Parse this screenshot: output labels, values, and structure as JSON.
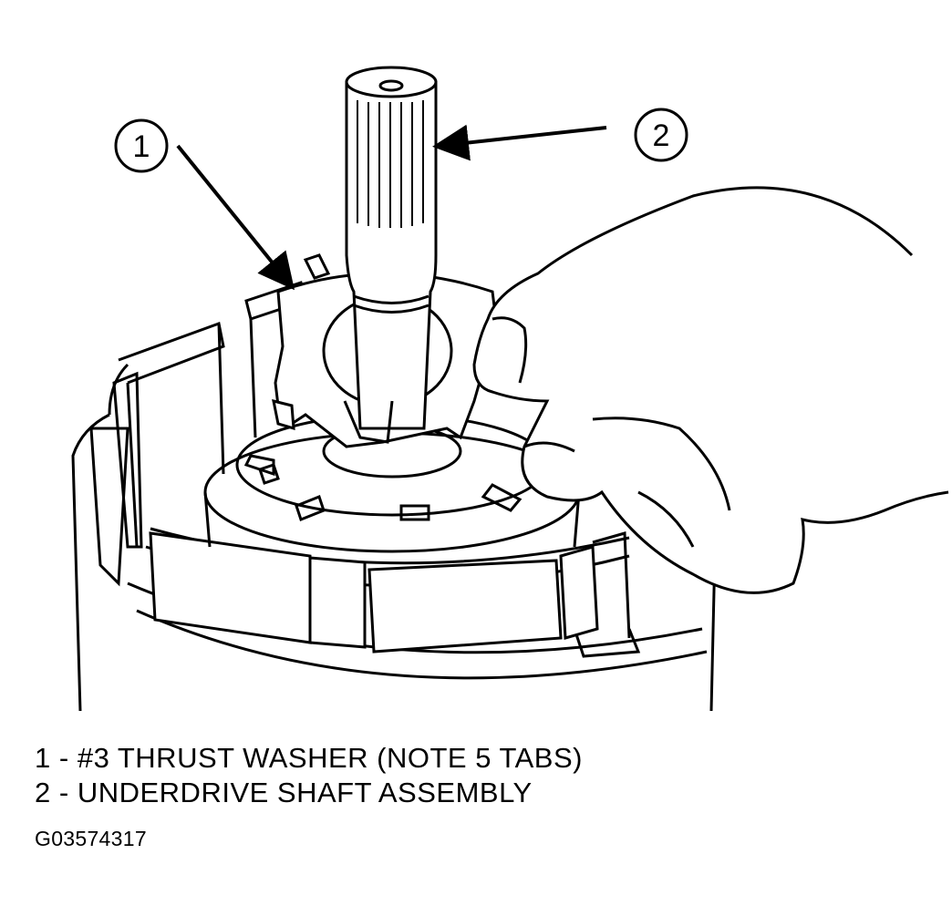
{
  "callouts": [
    {
      "number": "1"
    },
    {
      "number": "2"
    }
  ],
  "legend": [
    {
      "number": "1",
      "separator": "-",
      "text": "#3 THRUST WASHER (NOTE 5 TABS)"
    },
    {
      "number": "2",
      "separator": "-",
      "text": "UNDERDRIVE SHAFT ASSEMBLY"
    }
  ],
  "figure_id": "G03574317",
  "colors": {
    "line": "#000000",
    "background": "#ffffff"
  }
}
